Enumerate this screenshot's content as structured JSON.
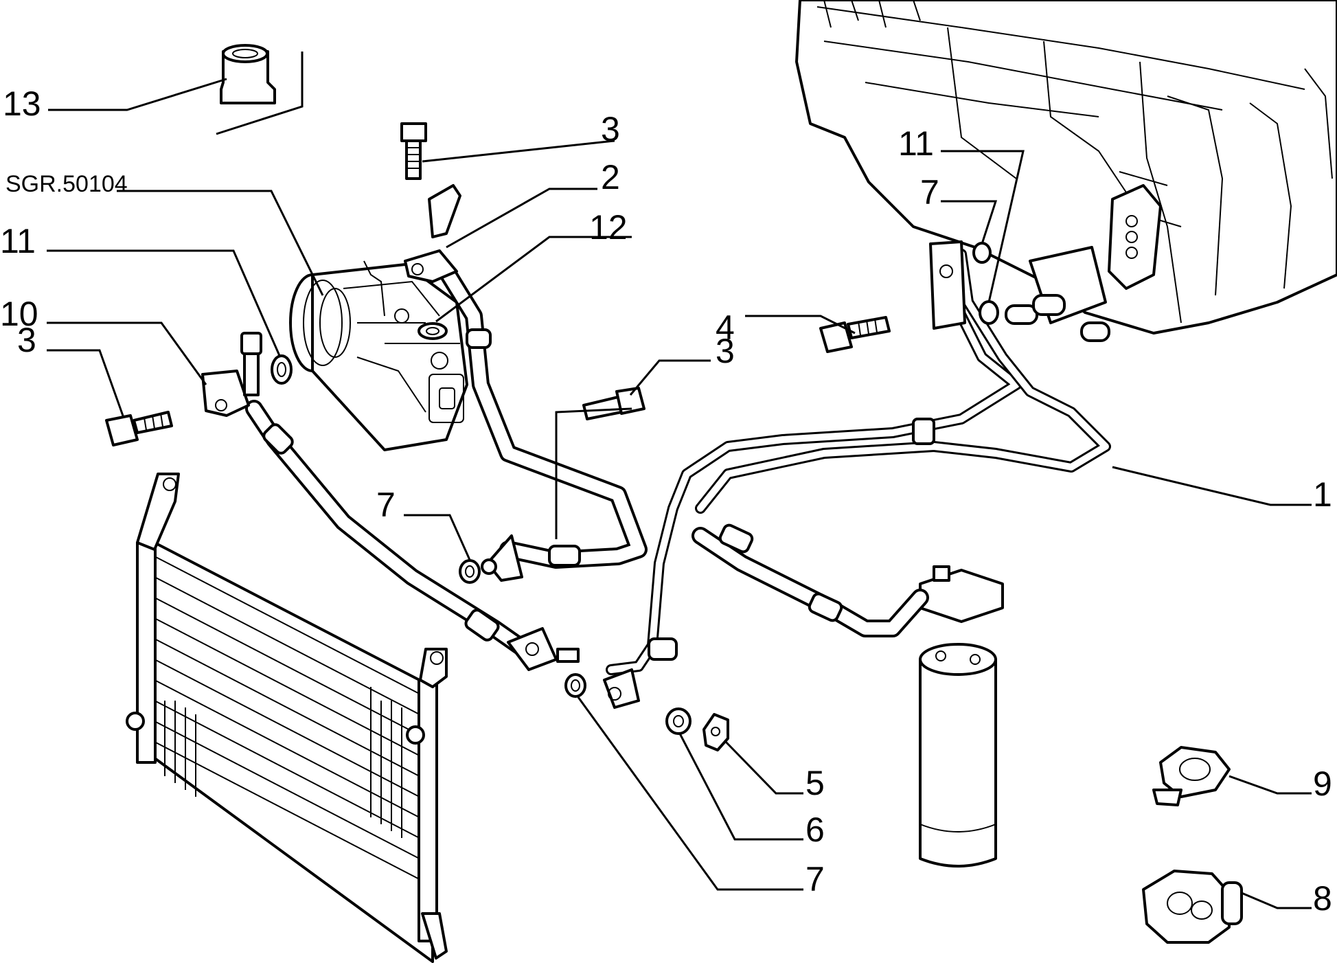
{
  "diagram": {
    "reference_code": "SGR.50104",
    "callouts": {
      "c13": "13",
      "c3_top": "3",
      "c2": "2",
      "c12": "12",
      "c11_left": "11",
      "c10": "10",
      "c3_left": "3",
      "c11_right": "11",
      "c7_right": "7",
      "c4": "4",
      "c3_mid": "3",
      "c7_mid": "7",
      "c1": "1",
      "c5": "5",
      "c6": "6",
      "c7_bottom": "7",
      "c9": "9",
      "c8": "8"
    }
  }
}
